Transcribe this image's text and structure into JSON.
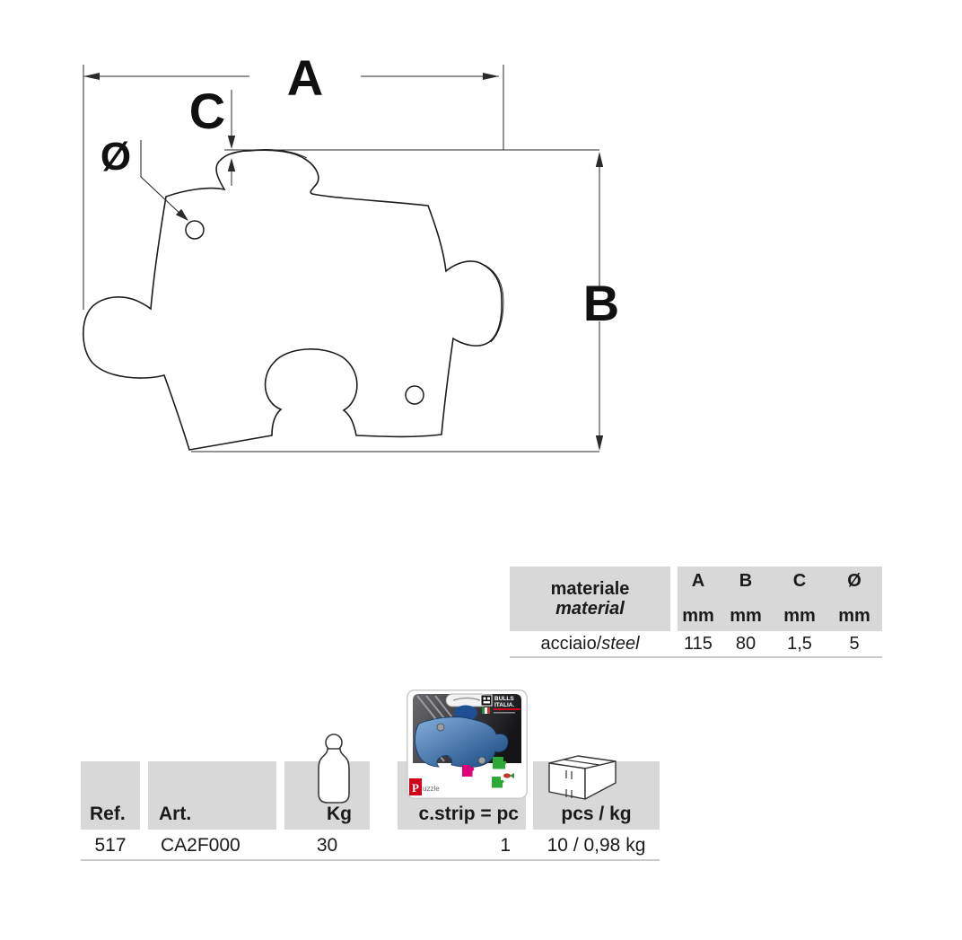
{
  "drawing": {
    "labels": {
      "width": "A",
      "height": "B",
      "thickness": "C",
      "hole_diameter": "Ø"
    }
  },
  "material_table": {
    "header": {
      "material_it": "materiale",
      "material_en": "material",
      "columns": [
        {
          "letter": "A",
          "unit": "mm"
        },
        {
          "letter": "B",
          "unit": "mm"
        },
        {
          "letter": "C",
          "unit": "mm"
        },
        {
          "letter": "Ø",
          "unit": "mm"
        }
      ]
    },
    "row": {
      "material_it": "acciaio/",
      "material_en": "steel",
      "values": [
        "115",
        "80",
        "1,5",
        "5"
      ]
    }
  },
  "order_table": {
    "headers": {
      "ref": "Ref.",
      "art": "Art.",
      "kg": "Kg",
      "strip": "c.strip = pc",
      "pcs": "pcs / kg"
    },
    "row": {
      "ref": "517",
      "art": "CA2F000",
      "kg": "30",
      "strip": "1",
      "pcs": "10 / 0,98 kg"
    }
  },
  "packaging_card": {
    "brand_line1": "BULLS",
    "brand_line2": "ITALIA.",
    "product_p": "P",
    "product_rest": "uzzle"
  },
  "colors": {
    "header_band": "#d8d8d8",
    "line_gray": "#cacaca",
    "accent_red": "#d0021b",
    "puzzle_blue": "#2a5ca8",
    "puzzle_pink": "#e0007a",
    "puzzle_green": "#2ea836"
  }
}
